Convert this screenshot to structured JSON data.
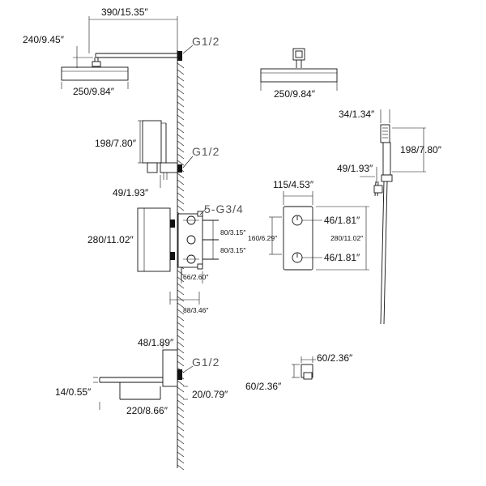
{
  "labels": {
    "arm_length": "390/15.35″",
    "arm_drop": "240/9.45″",
    "head_width_left": "250/9.84″",
    "head_width_right": "250/9.84″",
    "thread_top": "G1/2",
    "thread_mid": "G1/2",
    "thread_valve": "5-G3/4",
    "thread_spout": "G1/2",
    "holder_height_left": "198/7.80″",
    "holder_depth_left": "49/1.93″",
    "handheld_top": "34/1.34″",
    "holder_height_right": "198/7.80″",
    "holder_depth_right": "49/1.93″",
    "trim_width": "115/4.53″",
    "knob_top": "46/1.81″",
    "knob_bottom": "46/1.81″",
    "trim_height_right": "280/11.02″",
    "trim_spacing": "160/6.29″",
    "valve_height": "280/11.02″",
    "valve_spacing_top": "80/3.15″",
    "valve_spacing_bottom": "80/3.15″",
    "valve_depth": "66/2.60″",
    "valve_total_depth": "88/3.46″",
    "spout_height": "48/1.89″",
    "spout_lip": "14/0.55″",
    "spout_length": "220/8.66″",
    "spout_thickness": "20/0.79″",
    "spout_detail_width": "60/2.36″",
    "spout_detail_height": "60/2.36″"
  }
}
